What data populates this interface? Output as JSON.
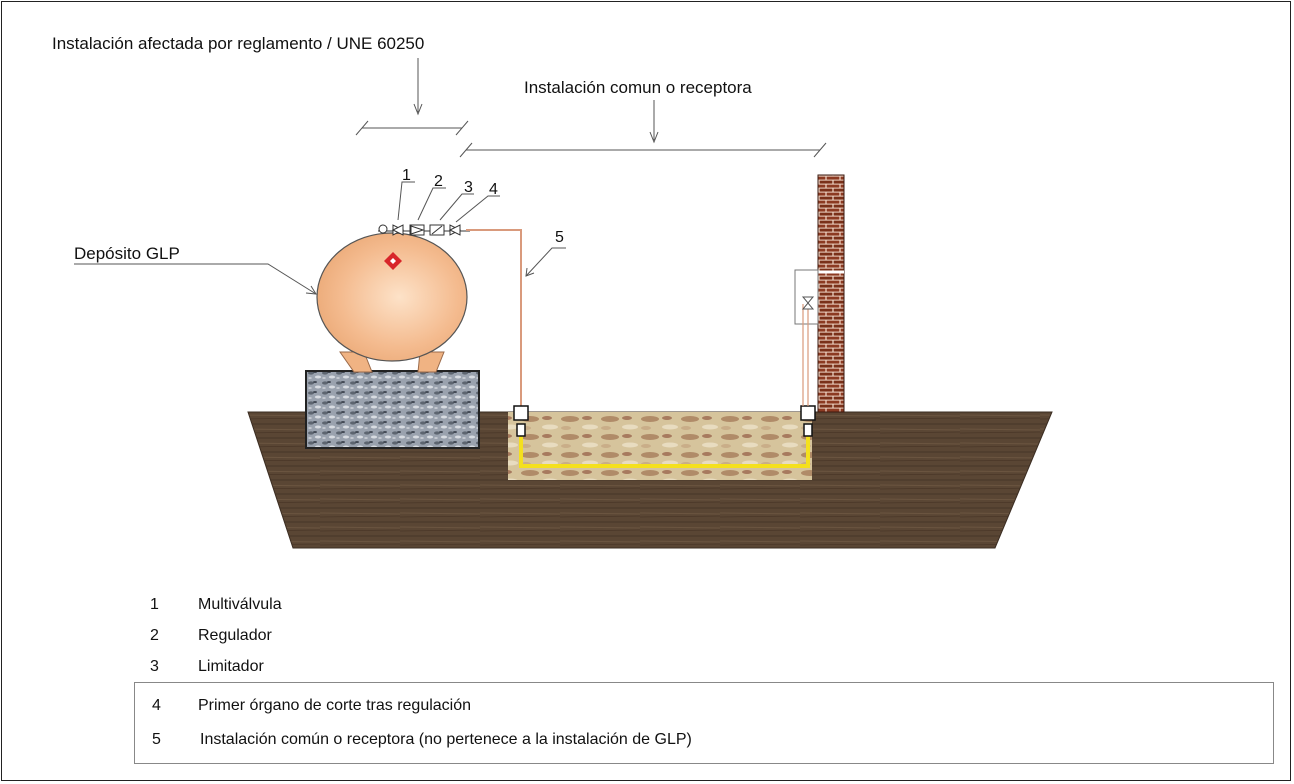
{
  "labels": {
    "scope_reglamento": "Instalación afectada por reglamento / UNE 60250",
    "scope_comun": "Instalación comun o receptora",
    "deposito": "Depósito GLP",
    "n1": "1",
    "n2": "2",
    "n3": "3",
    "n4": "4",
    "n5": "5"
  },
  "legend": [
    {
      "num": "1",
      "text": "Multiválvula"
    },
    {
      "num": "2",
      "text": "Regulador"
    },
    {
      "num": "3",
      "text": "Limitador"
    },
    {
      "num": "4",
      "text": "Primer órgano de corte tras regulación"
    },
    {
      "num": "5",
      "text": "Instalación común o receptora (no pertenece a la instalación de GLP)"
    }
  ],
  "colors": {
    "ground": "#5a4634",
    "tank": "#f2b98c",
    "gravel": "#8f98a6",
    "trench": "#c8b08a",
    "pipe_yellow": "#f4e01e",
    "pipe_copper": "#d99a7c",
    "brick": "#8c3a22",
    "gas_diamond": "#d8262a"
  }
}
